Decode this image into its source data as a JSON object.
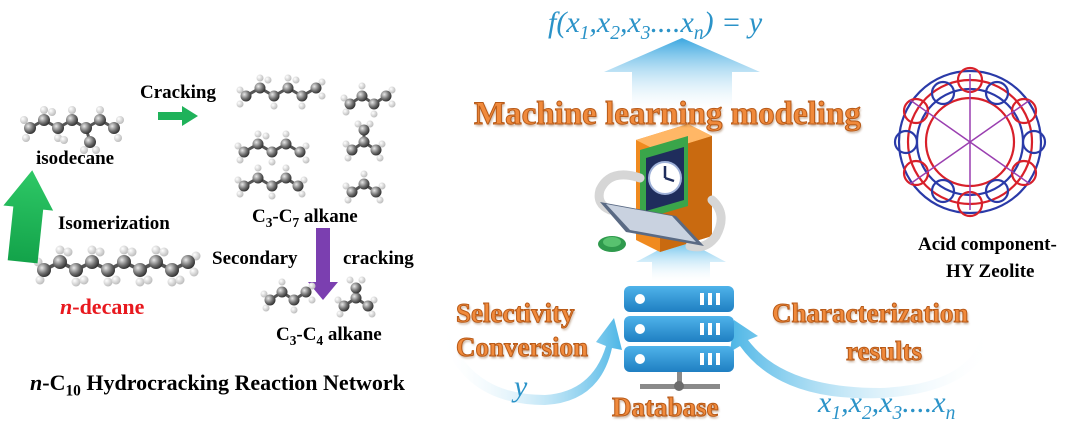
{
  "colors": {
    "accent_orange": "#f08a3c",
    "accent_blue": "#2b93c8",
    "arrow_green": "#1fb25a",
    "arrow_purple": "#7b3fb0",
    "decane_red": "#e8191f",
    "zeolite_red": "#d8202a",
    "zeolite_blue": "#2a3aa8"
  },
  "reaction_network": {
    "cracking_label": "Cracking",
    "isodecane_label": "isodecane",
    "isomerization_label": "Isomerization",
    "n_decane_label": "n-decane",
    "c3_c7_label": "C3-C7 alkane",
    "secondary_label": "Secondary",
    "cracking2_label": "cracking",
    "c3_c4_label": "C3-C4 alkane",
    "network_title": "n-C10 Hydrocracking Reaction Network"
  },
  "ml_workflow": {
    "function_label": "f(x1,x2,x3....xn) = y",
    "ml_modeling_label": "Machine learning modeling",
    "selectivity_label": "Selectivity",
    "conversion_label": "Conversion",
    "characterization_label": "Characterization",
    "results_label": "results",
    "database_label": "Database",
    "y_label": "y",
    "x_vars_label": "x1,x2,x3....xn",
    "acid_component_label": "Acid component-",
    "hy_zeolite_label": "HY Zeolite"
  },
  "icons": [
    "molecule-icon",
    "computer-icon",
    "database-server-icon",
    "zeolite-framework-icon"
  ]
}
